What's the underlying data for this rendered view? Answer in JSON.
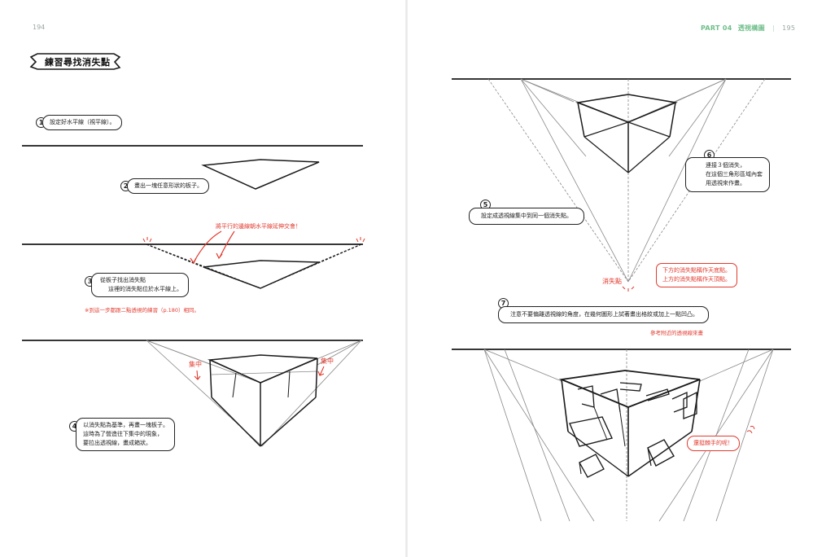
{
  "left_page": {
    "page_number": "194",
    "section_title": "練習尋找消失點",
    "steps": [
      {
        "badge": "1",
        "lines": [
          "設定好水平線（視平線）。"
        ]
      },
      {
        "badge": "2",
        "lines": [
          "畫出一塊任意形狀的板子。"
        ]
      },
      {
        "badge": "3",
        "lines": [
          "從板子找出消失點",
          "這裡的消失點位於水平線上。"
        ]
      },
      {
        "badge": "4",
        "lines": [
          "以消失點為基準，再畫一塊板子。",
          "這時為了營造往下集中的現象，",
          "要拉出透視線，畫成箱狀。"
        ]
      }
    ],
    "note_parallel": "將平行的邊線朝水平線延伸交會！",
    "note_reference": "※到這一步都跟二點透視的練習（p.180）相同。",
    "label_converge_left": "集中",
    "label_converge_right": "集中"
  },
  "right_page": {
    "header_part": "PART 04",
    "header_title": "透視構圖",
    "header_separator": "|",
    "page_number": "195",
    "steps": [
      {
        "badge": "5",
        "lines": [
          "設定成透視線集中到同一個消失點。"
        ]
      },
      {
        "badge": "6",
        "lines": [
          "連接３個消失，",
          "在這個三角形區域內套",
          "用透視來作畫。"
        ]
      },
      {
        "badge": "7",
        "lines": [
          "注意不要偏離透視線的角度，在幾何圖形上試著畫出格紋或加上一點凹凸。"
        ]
      }
    ],
    "label_vanishing_point": "消失點",
    "note_lower_vp": [
      "下方的消失點稱作天底點。",
      "上方的消失點稱作天頂點。"
    ],
    "note_reference_lines": "參考附近的透視線來畫",
    "note_difficulty": "還挺棘手的呢！"
  },
  "colors": {
    "accent_red": "#e23a2e",
    "header_green": "#6fbf8a",
    "ink": "#1a1a1a"
  }
}
